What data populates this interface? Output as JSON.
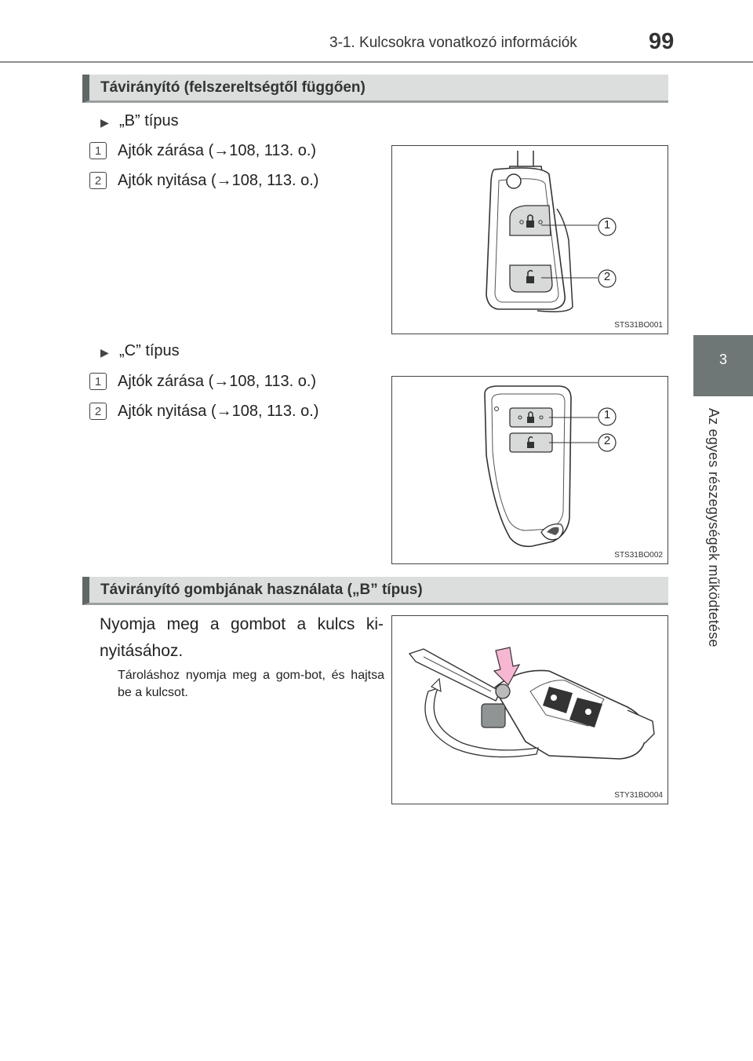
{
  "header": {
    "title": "3-1. Kulcsokra vonatkozó információk",
    "page": "99"
  },
  "side_tab": {
    "number": "3",
    "text": "Az egyes részegységek működtetése"
  },
  "section1": {
    "title": "Távirányító (felszereltségtől függően)",
    "type_b": {
      "label": "„B” típus",
      "items": [
        {
          "num": "1",
          "text": "Ajtók zárása (→108, 113. o.)"
        },
        {
          "num": "2",
          "text": "Ajtók nyitása (→108, 113. o.)"
        }
      ],
      "figure": {
        "code": "STS31BO001",
        "callouts": [
          "1",
          "2"
        ]
      }
    },
    "type_c": {
      "label": "„C” típus",
      "items": [
        {
          "num": "1",
          "text": "Ajtók zárása (→108, 113. o.)"
        },
        {
          "num": "2",
          "text": "Ajtók nyitása (→108, 113. o.)"
        }
      ],
      "figure": {
        "code": "STS31BO002",
        "callouts": [
          "1",
          "2"
        ]
      }
    }
  },
  "section2": {
    "title": "Távirányító gombjának használata („B” típus)",
    "paragraph": "Nyomja meg a gombot a kulcs ki-nyitásához.",
    "note": "Tároláshoz nyomja meg a gom-bot, és hajtsa be a kulcsot.",
    "figure": {
      "code": "STY31BO004"
    }
  }
}
